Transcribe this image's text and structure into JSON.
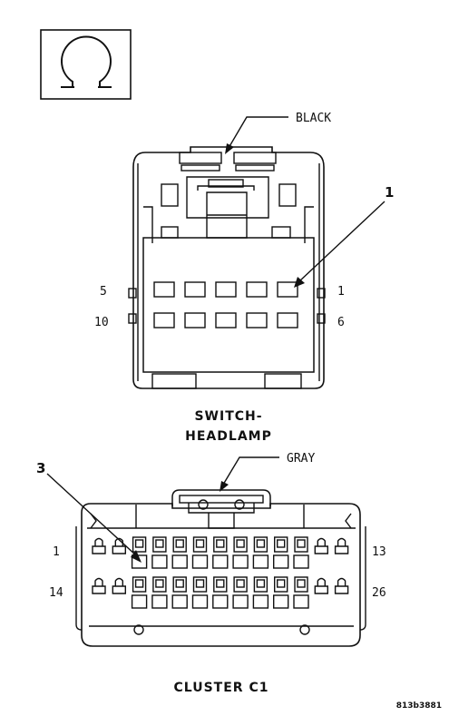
{
  "symbol": {
    "icon": "ohm-icon"
  },
  "switch_headlamp": {
    "color_label": "BLACK",
    "callout": "1",
    "pin_labels": {
      "top_left": "5",
      "top_right": "1",
      "bottom_left": "10",
      "bottom_right": "6"
    },
    "title_line1": "SWITCH-",
    "title_line2": "HEADLAMP",
    "rows": 2,
    "cols": 5
  },
  "cluster_c1": {
    "color_label": "GRAY",
    "callout": "3",
    "pin_labels": {
      "top_left": "1",
      "top_right": "13",
      "bottom_left": "14",
      "bottom_right": "26"
    },
    "title": "CLUSTER C1",
    "cols": 13
  },
  "figure_id": "813b3881"
}
